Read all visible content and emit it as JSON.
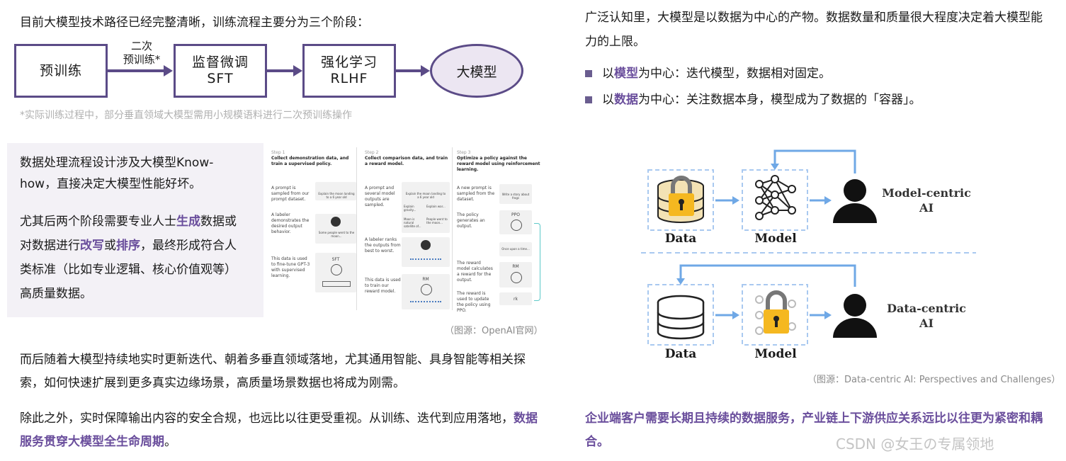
{
  "left": {
    "intro": "目前大模型技术路径已经完整清晰，训练流程主要分为三个阶段：",
    "stages": [
      {
        "line1": "预训练",
        "line2": ""
      },
      {
        "line1": "监督微调",
        "line2": "SFT"
      },
      {
        "line1": "强化学习",
        "line2": "RLHF"
      }
    ],
    "final": "大模型",
    "arrow_label_1": "二次",
    "arrow_label_2": "预训练*",
    "footnote": "*实际训练过程中，部分垂直领域大模型需用小规模语料进行二次预训练操作",
    "panel": {
      "p1": "数据处理流程设计涉及大模型Know-how，直接决定大模型性能好坏。",
      "p2_a": "尤其后两个阶段需要专业人士",
      "p2_b": "生成",
      "p2_c": "数据或对数据进行",
      "p2_d": "改写",
      "p2_e": "或",
      "p2_f": "排序",
      "p2_g": "，最终形成符合人类标准（比如专业逻辑、核心价值观等）高质量数据。"
    },
    "figure": {
      "step1_head": "Step 1",
      "step1_title": "Collect demonstration data, and train a supervised policy.",
      "step1_a": "A prompt is sampled from our prompt dataset.",
      "step1_b": "A labeler demonstrates the desired output behavior.",
      "step1_c": "This data is used to fine-tune GPT-3 with supervised learning.",
      "step1_prompt": "Explain the moon landing to a 6 year old",
      "step1_answer": "Some people went to the moon...",
      "step1_model": "SFT",
      "step2_head": "Step 2",
      "step2_title": "Collect comparison data, and train a reward model.",
      "step2_a": "A prompt and several model outputs are sampled.",
      "step2_b": "A labeler ranks the outputs from best to worst.",
      "step2_c": "This data is used to train our reward model.",
      "step2_prompt": "Explain the moon landing to a 6 year old",
      "step2_outputs": [
        "Explain gravity...",
        "Explain war...",
        "Moon is natural satellite of...",
        "People went to the moon..."
      ],
      "step2_model": "RM",
      "step3_head": "Step 3",
      "step3_title": "Optimize a policy against the reward model using reinforcement learning.",
      "step3_a": "A new prompt is sampled from the dataset.",
      "step3_b": "The policy generates an output.",
      "step3_c": "The reward model calculates a reward for the output.",
      "step3_d": "The reward is used to update the policy using PPO.",
      "step3_prompt": "Write a story about frogs",
      "step3_model_1": "PPO",
      "step3_output": "Once upon a time...",
      "step3_model_2": "RM",
      "step3_reward": "rk",
      "source": "（图源：OpenAI官网）"
    },
    "para3": "而后随着大模型持续地实时更新迭代、朝着多垂直领域落地，尤其通用智能、具身智能等相关探索，如何快速扩展到更多真实边缘场景，高质量场景数据也将成为刚需。",
    "para4_a": "除此之外，实时保障输出内容的安全合规，也远比以往更受重视。从训练、迭代到应用落地，",
    "para4_b": "数据服务贯穿大模型全生命周期",
    "para4_c": "。"
  },
  "right": {
    "intro": "广泛认知里，大模型是以数据为中心的产物。数据数量和质量很大程度决定着大模型能力的上限。",
    "bullet1_a": "以",
    "bullet1_b": "模型",
    "bullet1_c": "为中心：迭代模型，数据相对固定。",
    "bullet2_a": "以",
    "bullet2_b": "数据",
    "bullet2_c": "为中心：关注数据本身，模型成为了数据的「容器」。",
    "diagram": {
      "data_label": "Data",
      "model_label": "Model",
      "mc_line1": "Model-centric",
      "mc_line2": "AI",
      "dc_line1": "Data-centric",
      "dc_line2": "AI"
    },
    "source": "（图源：Data-centric AI: Perspectives and Challenges）",
    "conclusion": "企业端客户需要长期且持续的数据服务，产业链上下游供应关系远比以往更为紧密和耦合。",
    "watermark": "CSDN @女王の专属领地"
  },
  "colors": {
    "accent": "#6a4e9c",
    "stage_border": "#5b4b87",
    "ellipse_fill": "#ece6f2",
    "diagram_blue": "#6fa8e6",
    "lock_gold": "#f5b820"
  }
}
